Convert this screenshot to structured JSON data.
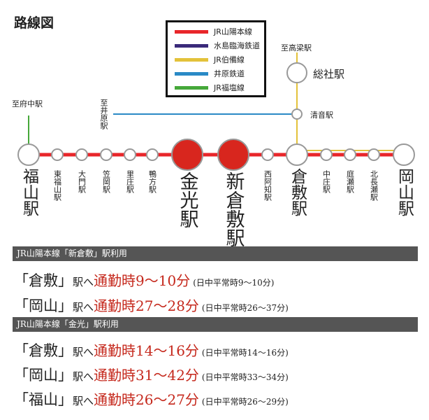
{
  "title": "路線図",
  "legend": [
    {
      "label": "JR山陽本線",
      "color": "#e8262a"
    },
    {
      "label": "水島臨海鉄道",
      "color": "#3a2a7a"
    },
    {
      "label": "JR伯備線",
      "color": "#e3c23a"
    },
    {
      "label": "井原鉄道",
      "color": "#2a8ac6"
    },
    {
      "label": "JR福塩線",
      "color": "#46a83a"
    }
  ],
  "labels": {
    "fuchu": "至府中駅",
    "ibara": "至井原駅",
    "takahashi": "至高梁駅",
    "soja": "総社駅",
    "kiyone": "清音駅"
  },
  "stations": [
    {
      "name": "福山駅",
      "size": "big"
    },
    {
      "name": "東福山駅",
      "size": "small"
    },
    {
      "name": "大門駅",
      "size": "small"
    },
    {
      "name": "笠岡駅",
      "size": "small"
    },
    {
      "name": "里庄駅",
      "size": "small"
    },
    {
      "name": "鴨方駅",
      "size": "small"
    },
    {
      "name": "金光駅",
      "size": "huge"
    },
    {
      "name": "新倉敷駅",
      "size": "huge"
    },
    {
      "name": "西阿知駅",
      "size": "small"
    },
    {
      "name": "倉敷駅",
      "size": "big"
    },
    {
      "name": "中庄駅",
      "size": "small"
    },
    {
      "name": "庭瀬駅",
      "size": "small"
    },
    {
      "name": "北長瀬駅",
      "size": "small"
    },
    {
      "name": "岡山駅",
      "size": "big"
    }
  ],
  "sections": [
    {
      "header": "JR山陽本線「新倉敷」駅利用",
      "rows": [
        {
          "dest": "「倉敷」",
          "eki": "駅へ",
          "time": "通勤時9〜10分",
          "note": "(日中平常時9〜10分)"
        },
        {
          "dest": "「岡山」",
          "eki": "駅へ",
          "time": "通勤時27〜28分",
          "note": "(日中平常時26〜37分)"
        }
      ]
    },
    {
      "header": "JR山陽本線「金光」駅利用",
      "rows": [
        {
          "dest": "「倉敷」",
          "eki": "駅へ",
          "time": "通勤時14〜16分",
          "note": "(日中平常時14〜16分)"
        },
        {
          "dest": "「岡山」",
          "eki": "駅へ",
          "time": "通勤時31〜42分",
          "note": "(日中平常時33〜34分)"
        },
        {
          "dest": "「福山」",
          "eki": "駅へ",
          "time": "通勤時26〜27分",
          "note": "(日中平常時26〜29分)"
        }
      ]
    }
  ]
}
